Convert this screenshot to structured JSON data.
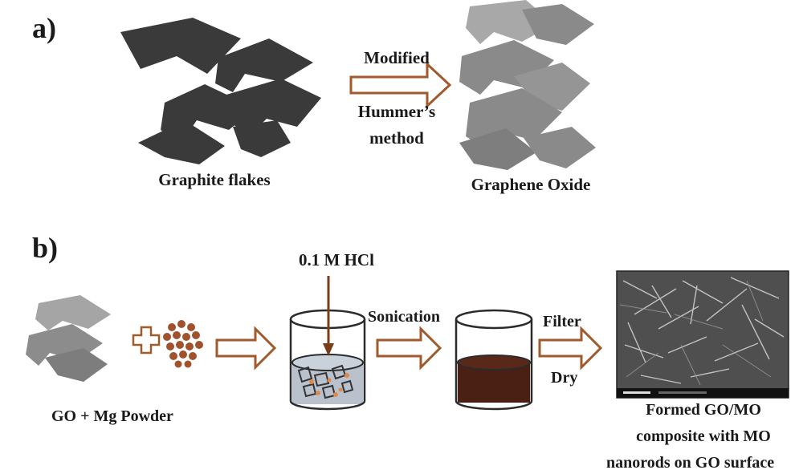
{
  "panel_a": {
    "label": "a)",
    "start_label": "Graphite flakes",
    "arrow_top_label": "Modified",
    "arrow_bottom_line1": "Hummer’s",
    "arrow_bottom_line2": "method",
    "end_label": "Graphene Oxide"
  },
  "panel_b": {
    "label": "b)",
    "reagent_label": "GO + Mg Powder",
    "acid_label": "0.1 M HCl",
    "step1_label": "Sonication",
    "step2_top_label": "Filter",
    "step2_bottom_label": "Dry",
    "result_line1": "Formed GO/MO",
    "result_line2": "composite with  MO",
    "result_line3": "nanorods on GO surface"
  },
  "colors": {
    "arrow_outline": "#a05a2c",
    "graphite": "#3a3a3a",
    "graphene_oxide": "#8a8a8a",
    "mg_powder": "#a0522d",
    "solution_dark": "#4a1f14",
    "solution_light": "#b9c2cc"
  }
}
